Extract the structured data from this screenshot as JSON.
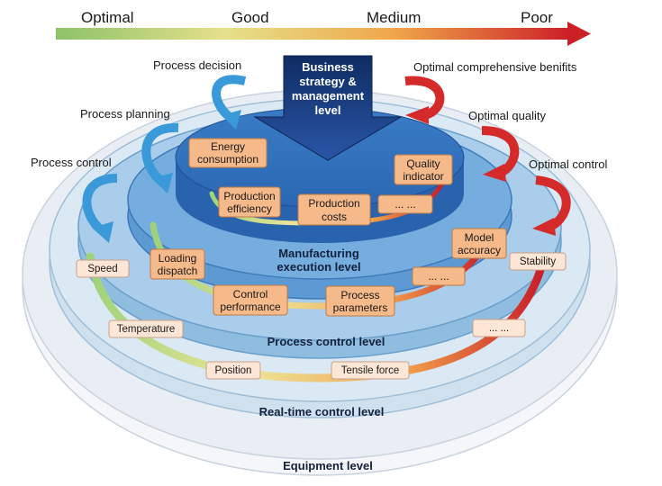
{
  "scale": {
    "labels": [
      "Optimal",
      "Good",
      "Medium",
      "Poor"
    ],
    "colors": [
      "#8cc36a",
      "#e6e08a",
      "#f0a64a",
      "#cc2027"
    ]
  },
  "banner": {
    "lines": [
      "Business",
      "strategy &",
      "management",
      "level"
    ]
  },
  "side_labels": {
    "left": [
      "Process decision",
      "Process planning",
      "Process control"
    ],
    "right": [
      "Optimal comprehensive benifits",
      "Optimal quality",
      "Optimal control"
    ]
  },
  "levels": {
    "mes": [
      "Manufacturing",
      "execution level"
    ],
    "process": "Process control level",
    "realtime": "Real-time control level",
    "equipment": "Equipment level"
  },
  "boxes": {
    "energy": [
      "Energy",
      "consumption"
    ],
    "quality": [
      "Quality",
      "indicator"
    ],
    "prod_eff": [
      "Production",
      "efficiency"
    ],
    "prod_cost": [
      "Production",
      "costs"
    ],
    "ellipsis_top": "... ...",
    "loading": [
      "Loading",
      "dispatch"
    ],
    "model": [
      "Model",
      "accuracy"
    ],
    "ctrl_perf": [
      "Control",
      "performance"
    ],
    "proc_params": [
      "Process",
      "parameters"
    ],
    "ellipsis_mid": "... ...",
    "speed": "Speed",
    "stability": "Stability",
    "temperature": "Temperature",
    "ellipsis_outer": "... ...",
    "position": "Position",
    "tensile": "Tensile force"
  },
  "colors": {
    "blue_arrow": "#3a9ad9",
    "red_arrow": "#d42a2a",
    "banner": "#1b3a78",
    "box_orange": "#f5b98a",
    "box_pale": "#fde6d6"
  }
}
